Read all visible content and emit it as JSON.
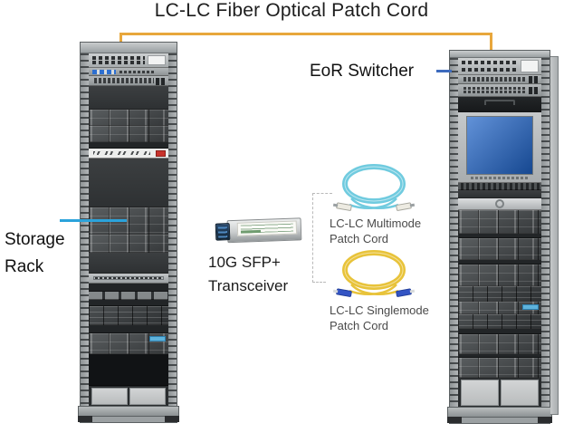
{
  "title": "LC-LC Fiber Optical Patch Cord",
  "labels": {
    "storage_rack": "Storage Rack",
    "eor_switcher": "EoR Switcher",
    "transceiver": "10G SFP+ Transceiver",
    "multimode_cord": "LC-LC Multimode Patch Cord",
    "singlemode_cord": "LC-LC Singlemode Patch Cord"
  },
  "colors": {
    "patch_cord_link": "#E8A73C",
    "storage_pointer": "#2BA3DB",
    "eor_pointer": "#3D6BBE",
    "multimode_cable": "#70CBDF",
    "singlemode_cable": "#E8C33A",
    "multimode_connector": "#EDEBE2",
    "singlemode_connector": "#3354C4",
    "monitor_screen": "#1E63C8"
  }
}
